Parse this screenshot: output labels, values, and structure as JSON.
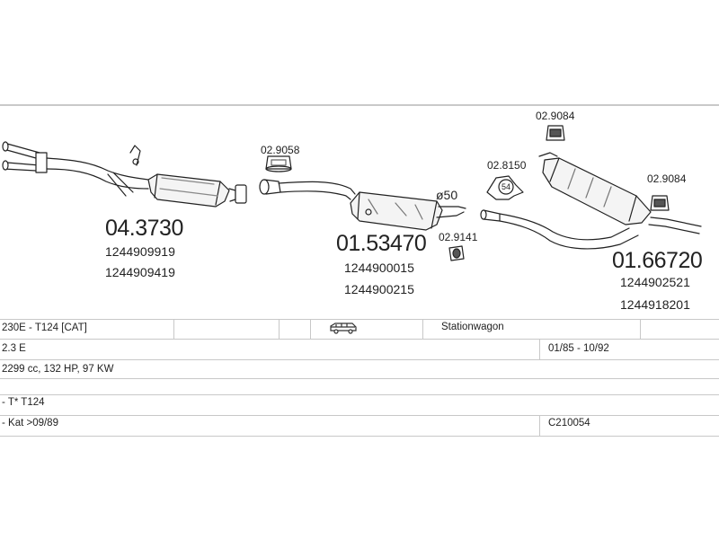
{
  "parts": {
    "front_pipe": {
      "number": "04.3730",
      "oe": [
        "1244909919",
        "1244909419"
      ]
    },
    "middle_silencer": {
      "number": "01.53470",
      "oe": [
        "1244900015",
        "1244900215"
      ],
      "diameter": "ø50"
    },
    "rear_silencer": {
      "number": "01.66720",
      "oe": [
        "1244902521",
        "1244918201"
      ]
    },
    "clamp_front": "02.9058",
    "hanger_mid": "02.9141",
    "ring_54": {
      "number": "02.8150",
      "size": "54"
    },
    "rubber_top": "02.9084",
    "rubber_right": "02.9084"
  },
  "vehicle": {
    "model": "230E - T124  [CAT]",
    "body": "Stationwagon",
    "engine": "2.3 E",
    "years": "01/85 - 10/92",
    "specs": "2299 cc, 132 HP, 97 KW",
    "chassis": "- T* T124",
    "note": "- Kat >09/89",
    "code": "C210054"
  },
  "icons": {
    "car": "car-van-icon"
  }
}
